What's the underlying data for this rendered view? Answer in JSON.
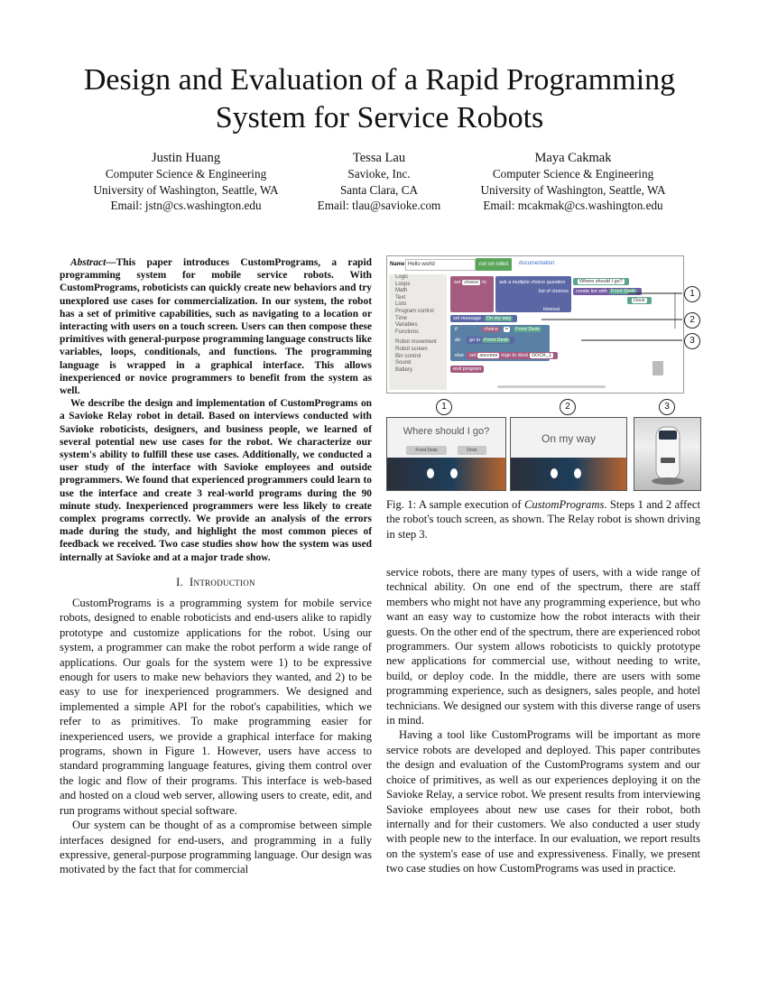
{
  "title": "Design and Evaluation of a Rapid Programming System for Service Robots",
  "authors": [
    {
      "name": "Justin Huang",
      "dept": "Computer Science & Engineering",
      "affil": "University of Washington, Seattle, WA",
      "email": "Email: jstn@cs.washington.edu"
    },
    {
      "name": "Tessa Lau",
      "dept": "Savioke, Inc.",
      "affil": "Santa Clara, CA",
      "email": "Email: tlau@savioke.com"
    },
    {
      "name": "Maya Cakmak",
      "dept": "Computer Science & Engineering",
      "affil": "University of Washington, Seattle, WA",
      "email": "Email: mcakmak@cs.washington.edu"
    }
  ],
  "abstract": {
    "label": "Abstract",
    "p1": "—This paper introduces CustomPrograms, a rapid programming system for mobile service robots. With CustomPrograms, roboticists can quickly create new behaviors and try unexplored use cases for commercialization. In our system, the robot has a set of primitive capabilities, such as navigating to a location or interacting with users on a touch screen. Users can then compose these primitives with general-purpose programming language constructs like variables, loops, conditionals, and functions. The programming language is wrapped in a graphical interface. This allows inexperienced or novice programmers to benefit from the system as well.",
    "p2": "We describe the design and implementation of CustomPrograms on a Savioke Relay robot in detail. Based on interviews conducted with Savioke roboticists, designers, and business people, we learned of several potential new use cases for the robot. We characterize our system's ability to fulfill these use cases. Additionally, we conducted a user study of the interface with Savioke employees and outside programmers. We found that experienced programmers could learn to use the interface and create 3 real-world programs during the 90 minute study. Inexperienced programmers were less likely to create complex programs correctly. We provide an analysis of the errors made during the study, and highlight the most common pieces of feedback we received. Two case studies show how the system was used internally at Savioke and at a major trade show."
  },
  "section": {
    "number": "I.",
    "title": "Introduction"
  },
  "left_paragraphs": [
    "CustomPrograms is a programming system for mobile service robots, designed to enable roboticists and end-users alike to rapidly prototype and customize applications for the robot. Using our system, a programmer can make the robot perform a wide range of applications. Our goals for the system were 1) to be expressive enough for users to make new behaviors they wanted, and 2) to be easy to use for inexperienced programmers. We designed and implemented a simple API for the robot's capabilities, which we refer to as primitives. To make programming easier for inexperienced users, we provide a graphical interface for making programs, shown in Figure 1. However, users have access to standard programming language features, giving them control over the logic and flow of their programs. This interface is web-based and hosted on a cloud web server, allowing users to create, edit, and run programs without special software.",
    "Our system can be thought of as a compromise between simple interfaces designed for end-users, and programming in a fully expressive, general-purpose programming language. Our design was motivated by the fact that for commercial"
  ],
  "right_paragraphs": [
    "service robots, there are many types of users, with a wide range of technical ability. On one end of the spectrum, there are staff members who might not have any programming experience, but who want an easy way to customize how the robot interacts with their guests. On the other end of the spectrum, there are experienced robot programmers. Our system allows roboticists to quickly prototype new applications for commercial use, without needing to write, build, or deploy code. In the middle, there are users with some programming experience, such as designers, sales people, and hotel technicians. We designed our system with this diverse range of users in mind.",
    "Having a tool like CustomPrograms will be important as more service robots are developed and deployed. This paper contributes the design and evaluation of the CustomPrograms system and our choice of primitives, as well as our experiences deploying it on the Savioke Relay, a service robot. We present results from interviewing Savioke employees about new use cases for their robot, both internally and for their customers. We also conducted a user study with people new to the interface. In our evaluation, we report results on the system's ease of use and expressiveness. Finally, we present two case studies on how CustomPrograms was used in practice."
  ],
  "figure": {
    "name_label": "Name",
    "name_value": "Hello world",
    "run_button": "run on robot",
    "doc_link": "documentation",
    "categories": [
      "Logic",
      "Loops",
      "Math",
      "Text",
      "Lists",
      "Program control",
      "Time",
      "Variables",
      "Functions",
      "",
      "Robot movement",
      "Robot screen",
      "Bin control",
      "Sound",
      "Battery"
    ],
    "blocks": {
      "set": "set",
      "choice": "choice",
      "to": "to",
      "ask": "ask a multiple choice question",
      "question": "Where should I go?",
      "list_of_choices": "list of choices",
      "create_list": "create list with",
      "front_desk": "Front Desk",
      "dock": "Dock",
      "timeout": "timeout",
      "set_message": "set message",
      "on_my_way": "On my way",
      "if": "if",
      "eq": "=",
      "do": "do",
      "go_to": "go to",
      "else": "else",
      "success": "success",
      "go_to_dock": "go to dock",
      "dock_1": "DOCK_1",
      "end_program": "end program"
    },
    "callouts": [
      "1",
      "2",
      "3"
    ],
    "screen1_text": "Where should I go?",
    "screen1_buttons": [
      "Front Desk",
      "Dock"
    ],
    "screen2_text": "On my way",
    "caption_prefix": "Fig. 1: A sample execution of ",
    "caption_name": "CustomPrograms",
    "caption_rest": ". Steps 1 and 2 affect the robot's touch screen, as shown. The Relay robot is shown driving in step 3."
  },
  "colors": {
    "logic_block": "#5b80a5",
    "variables_block": "#a55b80",
    "text_block": "#5ba58c",
    "robot_block": "#5b67a5",
    "run_button": "#5ba55b"
  }
}
